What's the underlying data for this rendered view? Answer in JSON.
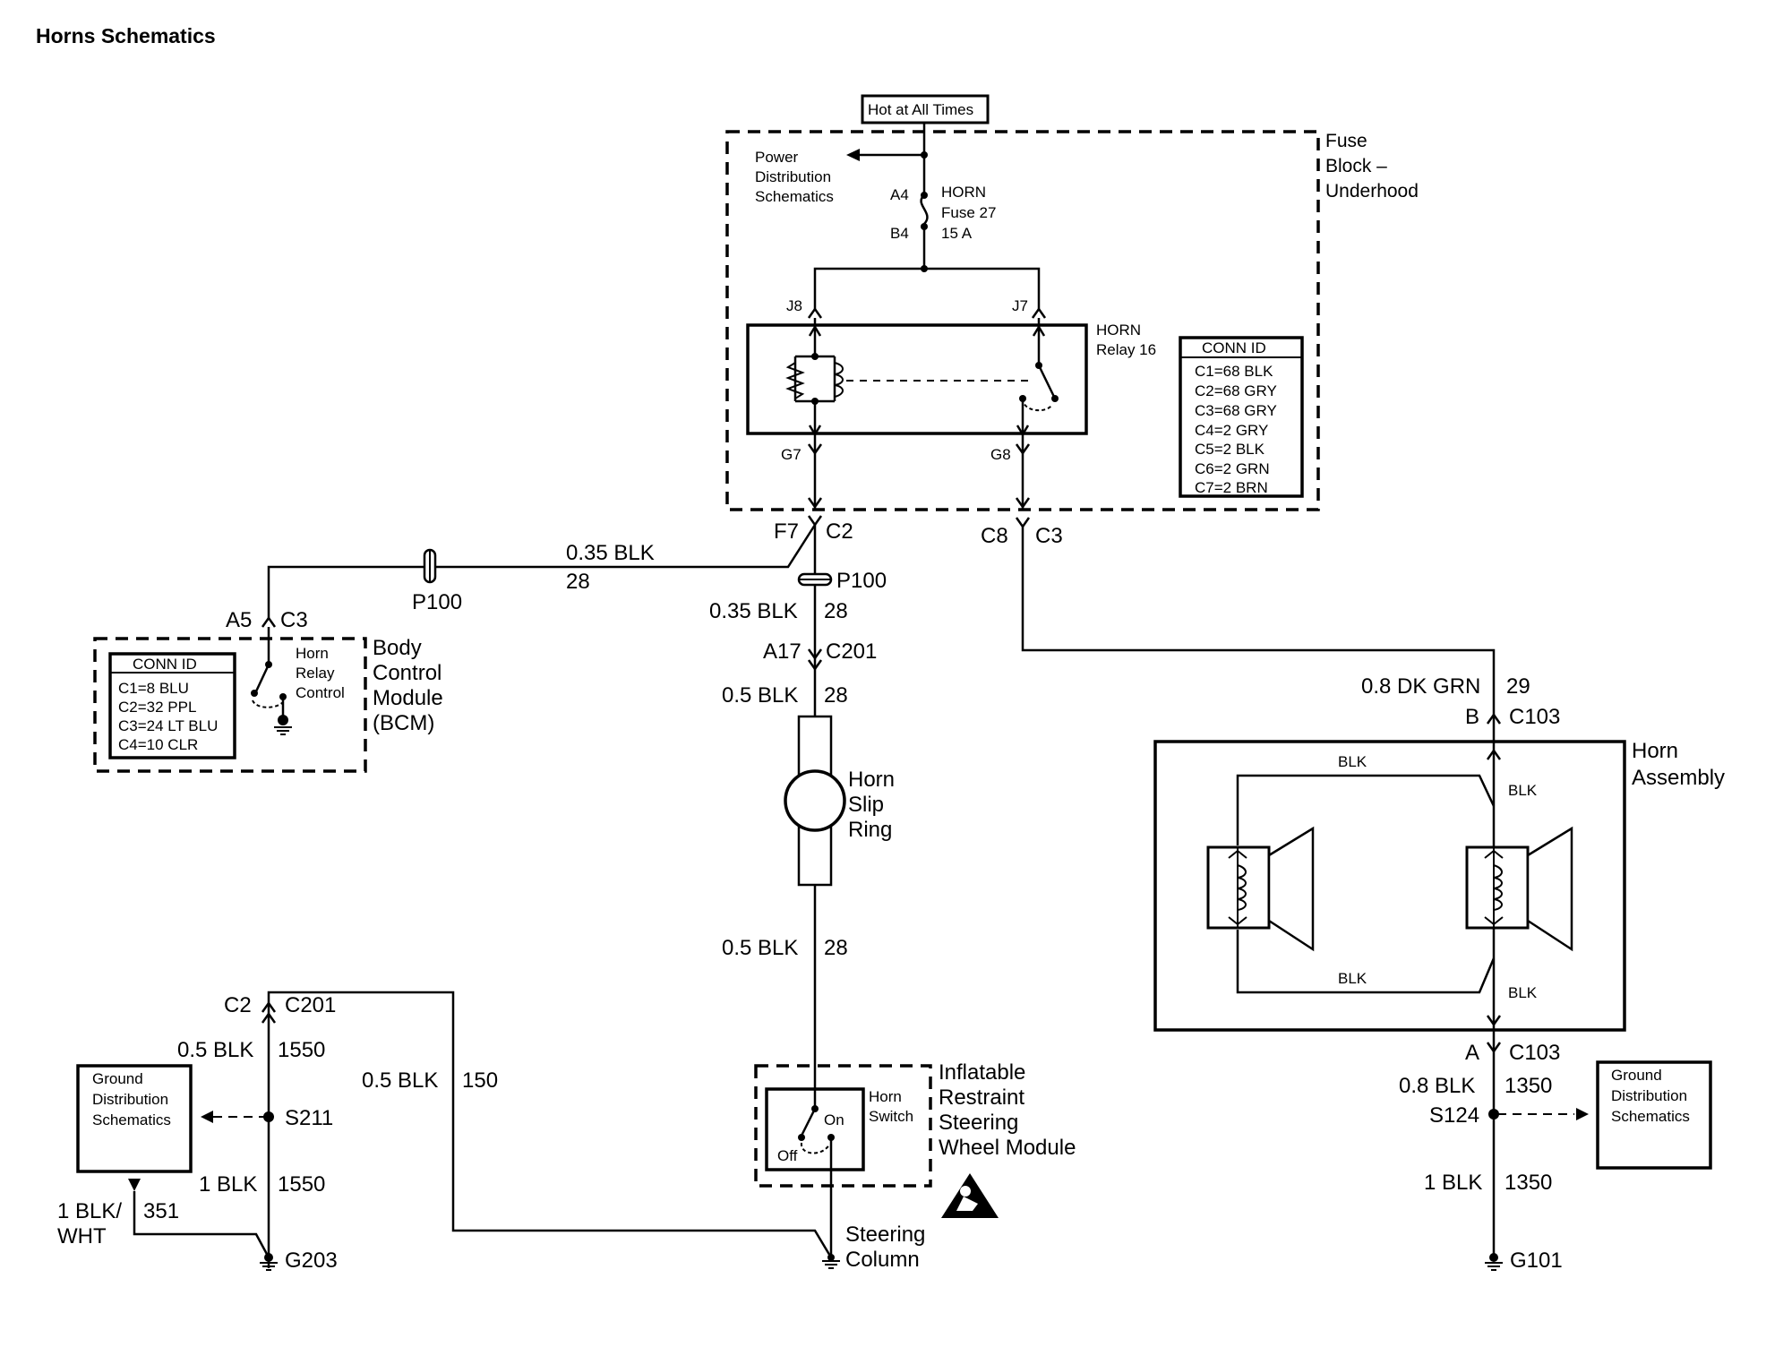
{
  "title": "Horns Schematics",
  "power": {
    "source": "Hot at All Times",
    "fuse_block": [
      "Fuse",
      "Block –",
      "Underhood"
    ],
    "power_dist": [
      "Power",
      "Distribution",
      "Schematics"
    ],
    "fuse_top_pin": "A4",
    "fuse_bottom_pin": "B4",
    "fuse_label": [
      "HORN",
      "Fuse 27",
      "15 A"
    ]
  },
  "relay": {
    "label": [
      "HORN",
      "Relay 16"
    ],
    "pins": {
      "j8": "J8",
      "j7": "J7",
      "g7": "G7",
      "g8": "G8"
    }
  },
  "conn_id_fuse": {
    "header": "CONN ID",
    "items": [
      "C1=68 BLK",
      "C2=68 GRY",
      "C3=68 GRY",
      "C4=2 GRY",
      "C5=2 BLK",
      "C6=2 GRN",
      "C7=2 BRN"
    ]
  },
  "wiring": {
    "f7": "F7",
    "c2": "C2",
    "c8": "C8",
    "c3": "C3",
    "p100_a": "P100",
    "p100_b": "P100",
    "w_035_blk_a": "0.35 BLK",
    "c28_a": "28",
    "w_035_blk_b": "0.35 BLK",
    "c28_b": "28",
    "a5": "A5",
    "c3_bcm": "C3",
    "a17": "A17",
    "c201": "C201",
    "w_05_blk_a": "0.5 BLK",
    "c28_c": "28",
    "w_05_blk_b": "0.5 BLK",
    "c28_d": "28",
    "w_08_dk_grn": "0.8 DK GRN",
    "c29": "29",
    "b": "B",
    "c103_top": "C103",
    "a": "A",
    "c103_bot": "C103",
    "w_08_blk": "0.8 BLK",
    "c1350_a": "1350",
    "s124": "S124",
    "w_1_blk_right": "1 BLK",
    "c1350_b": "1350",
    "g101": "G101",
    "c2_left": "C2",
    "c201_left": "C201",
    "w_05_blk_1550": "0.5 BLK",
    "c1550_a": "1550",
    "s211": "S211",
    "w_1_blk_left": "1 BLK",
    "c1550_b": "1550",
    "g203": "G203",
    "w_05_blk_150": "0.5 BLK",
    "c150": "150",
    "w_1_blk_wht_a": "1 BLK/",
    "w_1_blk_wht_b": "WHT",
    "c351": "351"
  },
  "bcm": {
    "label": [
      "Body",
      "Control",
      "Module",
      "(BCM)"
    ],
    "relay_ctrl": [
      "Horn",
      "Relay",
      "Control"
    ],
    "conn_header": "CONN ID",
    "conn_items": [
      "C1=8 BLU",
      "C2=32 PPL",
      "C3=24 LT BLU",
      "C4=10 CLR"
    ]
  },
  "slip_ring": {
    "label": [
      "Horn",
      "Slip",
      "Ring"
    ]
  },
  "horn_assembly": {
    "label": [
      "Horn",
      "Assembly"
    ],
    "blk_top": "BLK",
    "blk_right_top": "BLK",
    "blk_bottom": "BLK",
    "blk_right_bottom": "BLK"
  },
  "ground_left": {
    "label": [
      "Ground",
      "Distribution",
      "Schematics"
    ]
  },
  "ground_right": {
    "label": [
      "Ground",
      "Distribution",
      "Schematics"
    ]
  },
  "airbag": {
    "label": [
      "Inflatable",
      "Restraint",
      "Steering",
      "Wheel Module"
    ],
    "horn_switch": [
      "Horn",
      "Switch"
    ],
    "on": "On",
    "off": "Off"
  },
  "steering_column": {
    "label": [
      "Steering",
      "Column"
    ]
  }
}
